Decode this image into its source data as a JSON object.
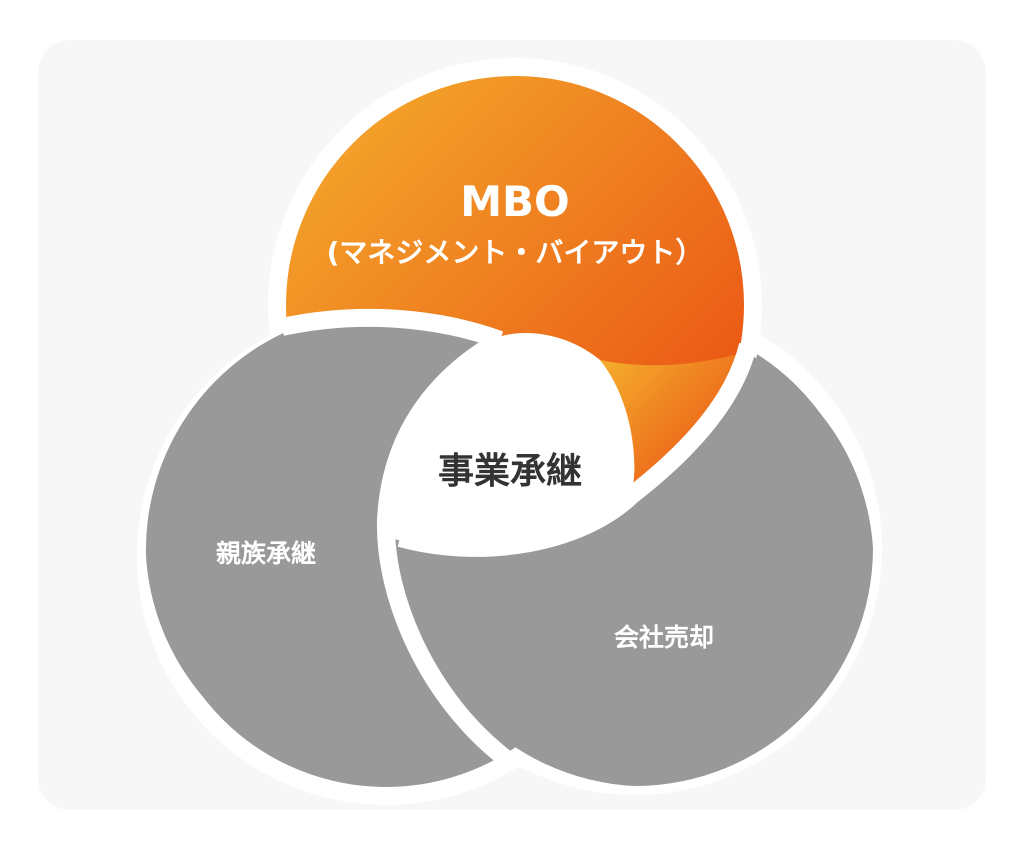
{
  "diagram": {
    "top": {
      "title": "MBO",
      "subtitle": "(マネジメント・バイアウト）",
      "gradient": [
        "#f5b12e",
        "#e8430f"
      ]
    },
    "left": {
      "label": "親族承継",
      "color": "#999999"
    },
    "right": {
      "label": "会社売却",
      "color": "#999999"
    },
    "center": {
      "label": "事業承継",
      "color": "#333333"
    },
    "gap_color": "#ffffff"
  }
}
